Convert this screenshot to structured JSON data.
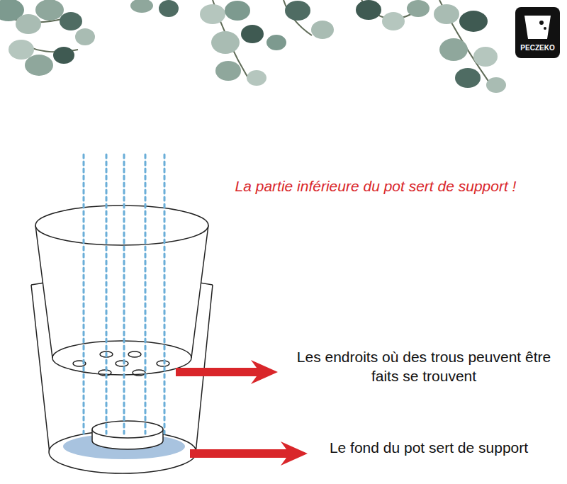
{
  "diagram": {
    "labels": [
      "PECZEKO",
      "La partie inférieure du pot sert de support !",
      "Les endroits où des trous peuvent être faits se trouvent",
      "Le fond du pot sert de support"
    ]
  }
}
